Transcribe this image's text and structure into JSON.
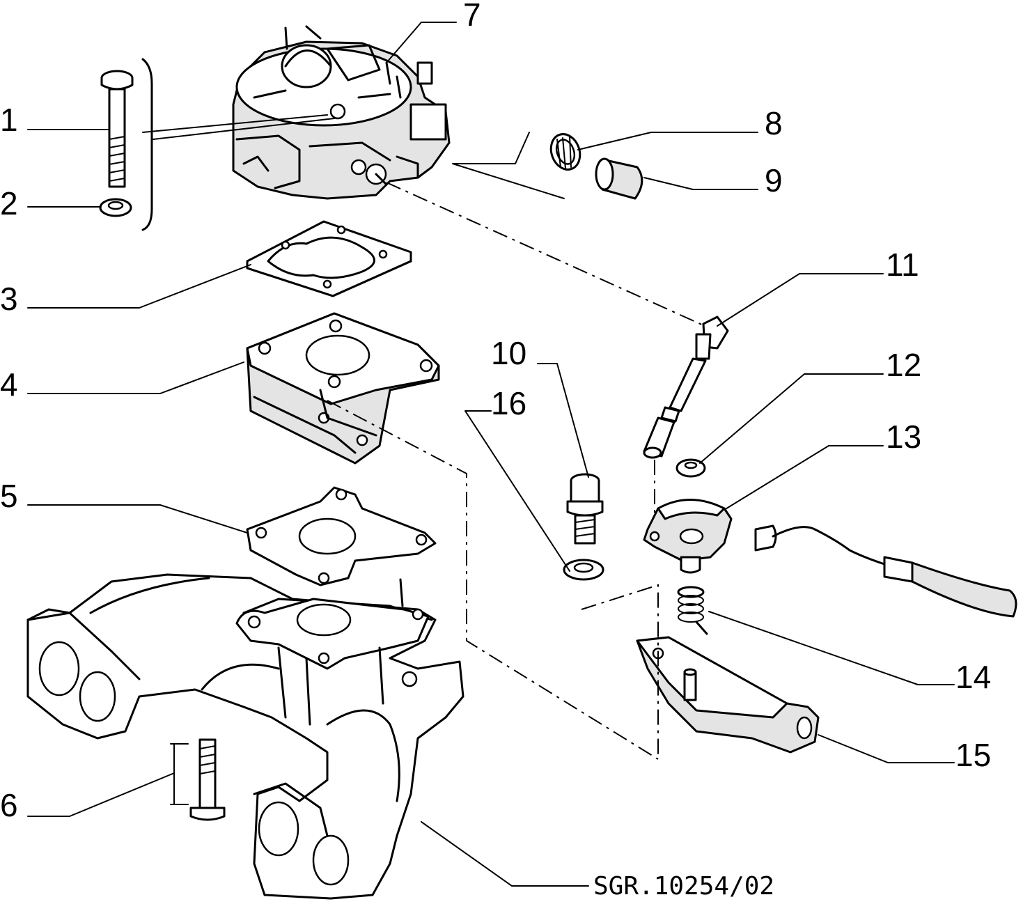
{
  "callouts": [
    {
      "id": "1",
      "label": "1"
    },
    {
      "id": "2",
      "label": "2"
    },
    {
      "id": "3",
      "label": "3"
    },
    {
      "id": "4",
      "label": "4"
    },
    {
      "id": "5",
      "label": "5"
    },
    {
      "id": "6",
      "label": "6"
    },
    {
      "id": "7",
      "label": "7"
    },
    {
      "id": "8",
      "label": "8"
    },
    {
      "id": "9",
      "label": "9"
    },
    {
      "id": "10",
      "label": "10"
    },
    {
      "id": "11",
      "label": "11"
    },
    {
      "id": "12",
      "label": "12"
    },
    {
      "id": "13",
      "label": "13"
    },
    {
      "id": "14",
      "label": "14"
    },
    {
      "id": "15",
      "label": "15"
    },
    {
      "id": "16",
      "label": "16"
    }
  ],
  "reference_code": "SGR.10254/02"
}
